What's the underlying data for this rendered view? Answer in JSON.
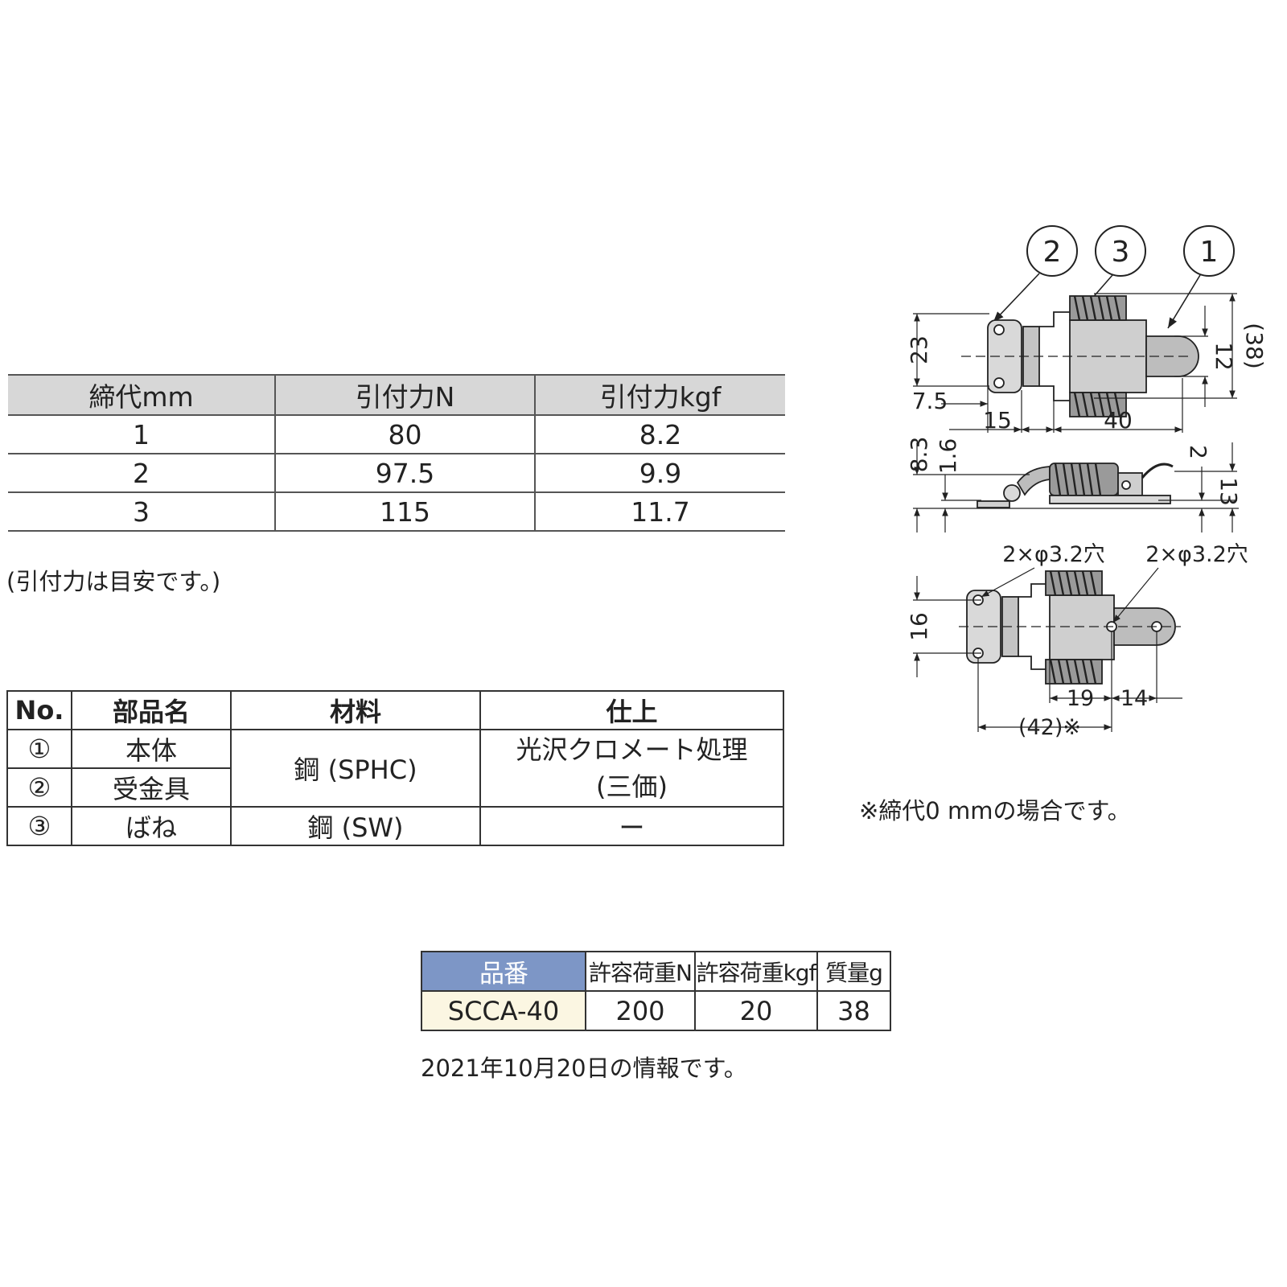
{
  "pull_force_table": {
    "headers": [
      "締代mm",
      "引付力N",
      "引付力kgf"
    ],
    "rows": [
      [
        "1",
        "80",
        "8.2"
      ],
      [
        "2",
        "97.5",
        "9.9"
      ],
      [
        "3",
        "115",
        "11.7"
      ]
    ]
  },
  "pull_force_note": "(引付力は目安です。)",
  "parts_table": {
    "headers": [
      "No.",
      "部品名",
      "材料",
      "仕上"
    ],
    "rows": [
      {
        "no": "①",
        "name": "本体"
      },
      {
        "no": "②",
        "name": "受金具"
      },
      {
        "no": "③",
        "name": "ばね"
      }
    ],
    "material_body": "鋼 (SPHC)",
    "material_spring": "鋼 (SW)",
    "finish_line1": "光沢クロメート処理",
    "finish_line2": "(三価)",
    "finish_spring": "ー"
  },
  "drawing": {
    "callouts": [
      "2",
      "3",
      "1"
    ],
    "dims": {
      "d23": "23",
      "d38": "(38)",
      "d12": "12",
      "d7_5": "7.5",
      "d15": "15",
      "d40": "40",
      "d8_3": "8.3",
      "d1_6": "1.6",
      "d2": "2",
      "d13": "13",
      "hole_left": "2×φ3.2穴",
      "hole_right": "2×φ3.2穴",
      "d16": "16",
      "d19": "19",
      "d14": "14",
      "d42": "(42)※"
    },
    "footnote": "※締代0 mmの場合です。"
  },
  "spec_table": {
    "headers": [
      "品番",
      "許容荷重N",
      "許容荷重kgf",
      "質量g"
    ],
    "row": [
      "SCCA-40",
      "200",
      "20",
      "38"
    ]
  },
  "info_date": "2021年10月20日の情報です。",
  "colors": {
    "spec_header": "#7d96c6",
    "part_cell": "#fbf6e2",
    "table_header": "#d7d7d7"
  }
}
